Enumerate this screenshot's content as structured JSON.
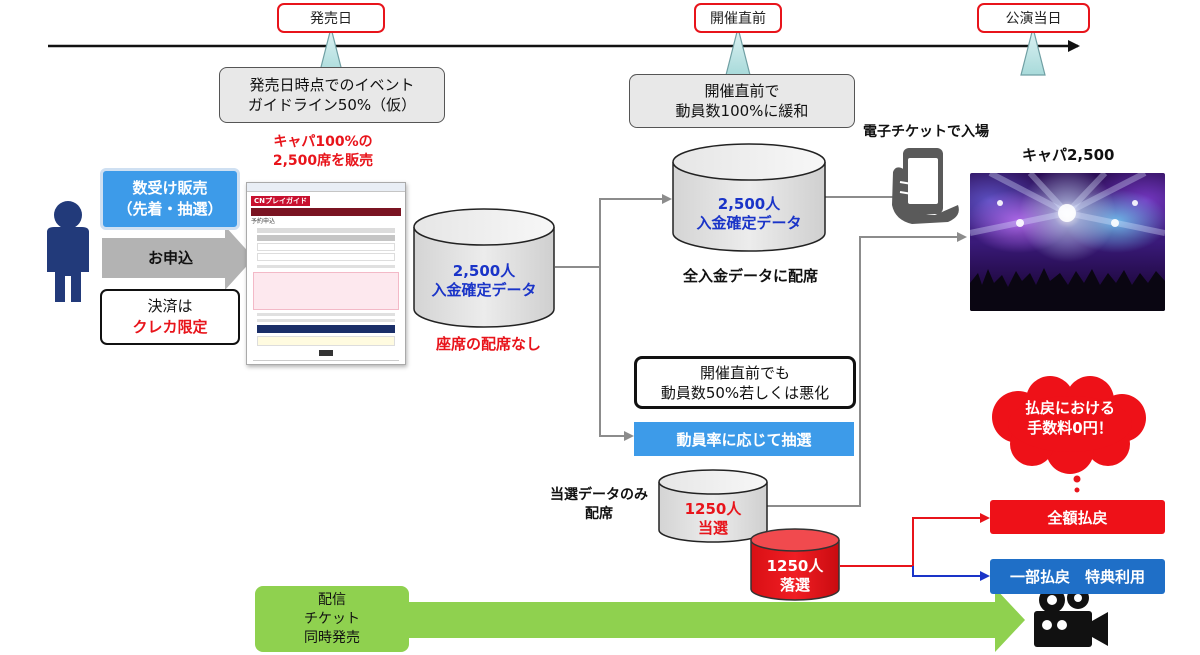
{
  "timeline": {
    "milestones": [
      "発売日",
      "開催直前",
      "公演当日"
    ]
  },
  "notes": {
    "guideline": [
      "発売日時点でのイベント",
      "ガイドライン50%（仮）"
    ],
    "relaxed": [
      "開催直前で",
      "動員数100%に緩和"
    ],
    "worse": [
      "開催直前でも",
      "動員数50%若しくは悪化"
    ]
  },
  "left": {
    "sales_method": [
      "数受け販売",
      "（先着・抽選）"
    ],
    "apply": "お申込",
    "payment_line1": "決済は",
    "payment_line2": "クレカ限定"
  },
  "capacity_sale": [
    "キャパ100%の",
    "2,500席を販売"
  ],
  "browser": {
    "logo": "CNプレイガイド",
    "title": "予約申込"
  },
  "db_main": [
    "2,500人",
    "入金確定データ"
  ],
  "no_seat": "座席の配席なし",
  "db_top": [
    "2,500人",
    "入金確定データ"
  ],
  "all_seating": "全入金データに配席",
  "eticket": "電子チケットで入場",
  "capacity": "キャパ2,500",
  "lottery": "動員率に応じて抽選",
  "winner_label": [
    "当選データのみ",
    "配席"
  ],
  "db_win": [
    "1250人",
    "当選"
  ],
  "db_lose": [
    "1250人",
    "落選"
  ],
  "cloud": [
    "払戻における",
    "手数料0円！"
  ],
  "refund_full": "全額払戻",
  "refund_partial": "一部払戻　特典利用",
  "stream": [
    "配信",
    "チケット",
    "同時発売"
  ],
  "colors": {
    "red": "#e8141b",
    "blue_accent": "#1a34c8",
    "light_blue": "#3d9be9",
    "refund_blue": "#1f6fc7",
    "green": "#8fd14f"
  },
  "icons": [
    "person-icon",
    "smartphone-hand-icon",
    "video-camera-icon"
  ]
}
